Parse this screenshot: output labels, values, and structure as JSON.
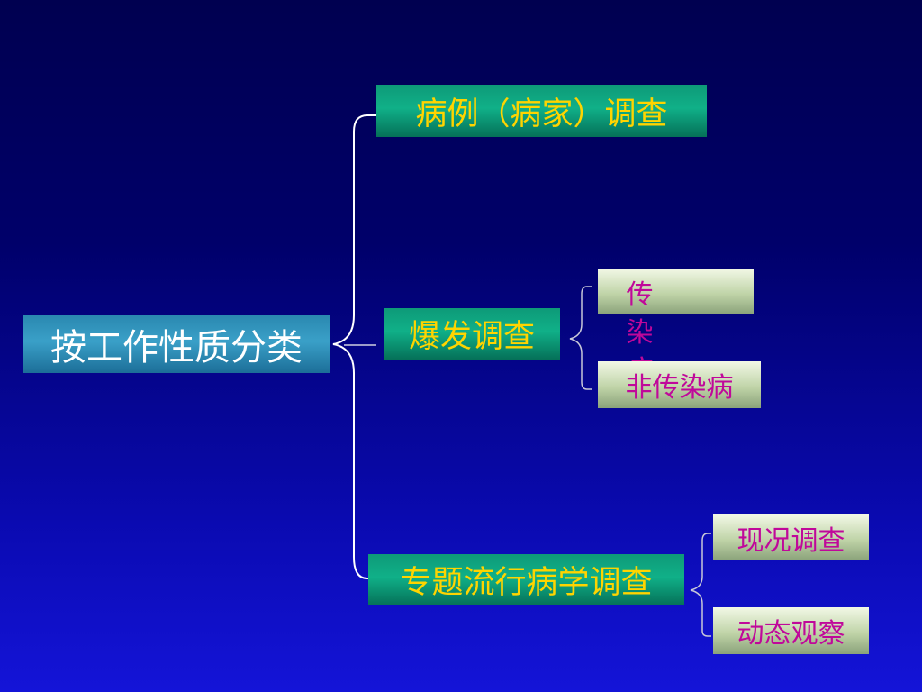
{
  "diagram": {
    "root": "按工作性质分类",
    "level1": {
      "case": "病例（病家）调查",
      "outbreak": "爆发调查",
      "special": "专题流行病学调查"
    },
    "outbreak_children": {
      "infectious": "传 染 病",
      "non_infectious": "非传染病"
    },
    "special_children": {
      "current": "现况调查",
      "dynamic": "动态观察"
    }
  },
  "colors": {
    "background_top": "#000050",
    "background_bottom": "#1414d8",
    "root_box": "#2a88b0",
    "level1_box": "#0e9a78",
    "level1_text": "#ffd400",
    "level2_box": "#c0d4a8",
    "level2_text": "#c0089a",
    "connector": "#ffffff"
  }
}
